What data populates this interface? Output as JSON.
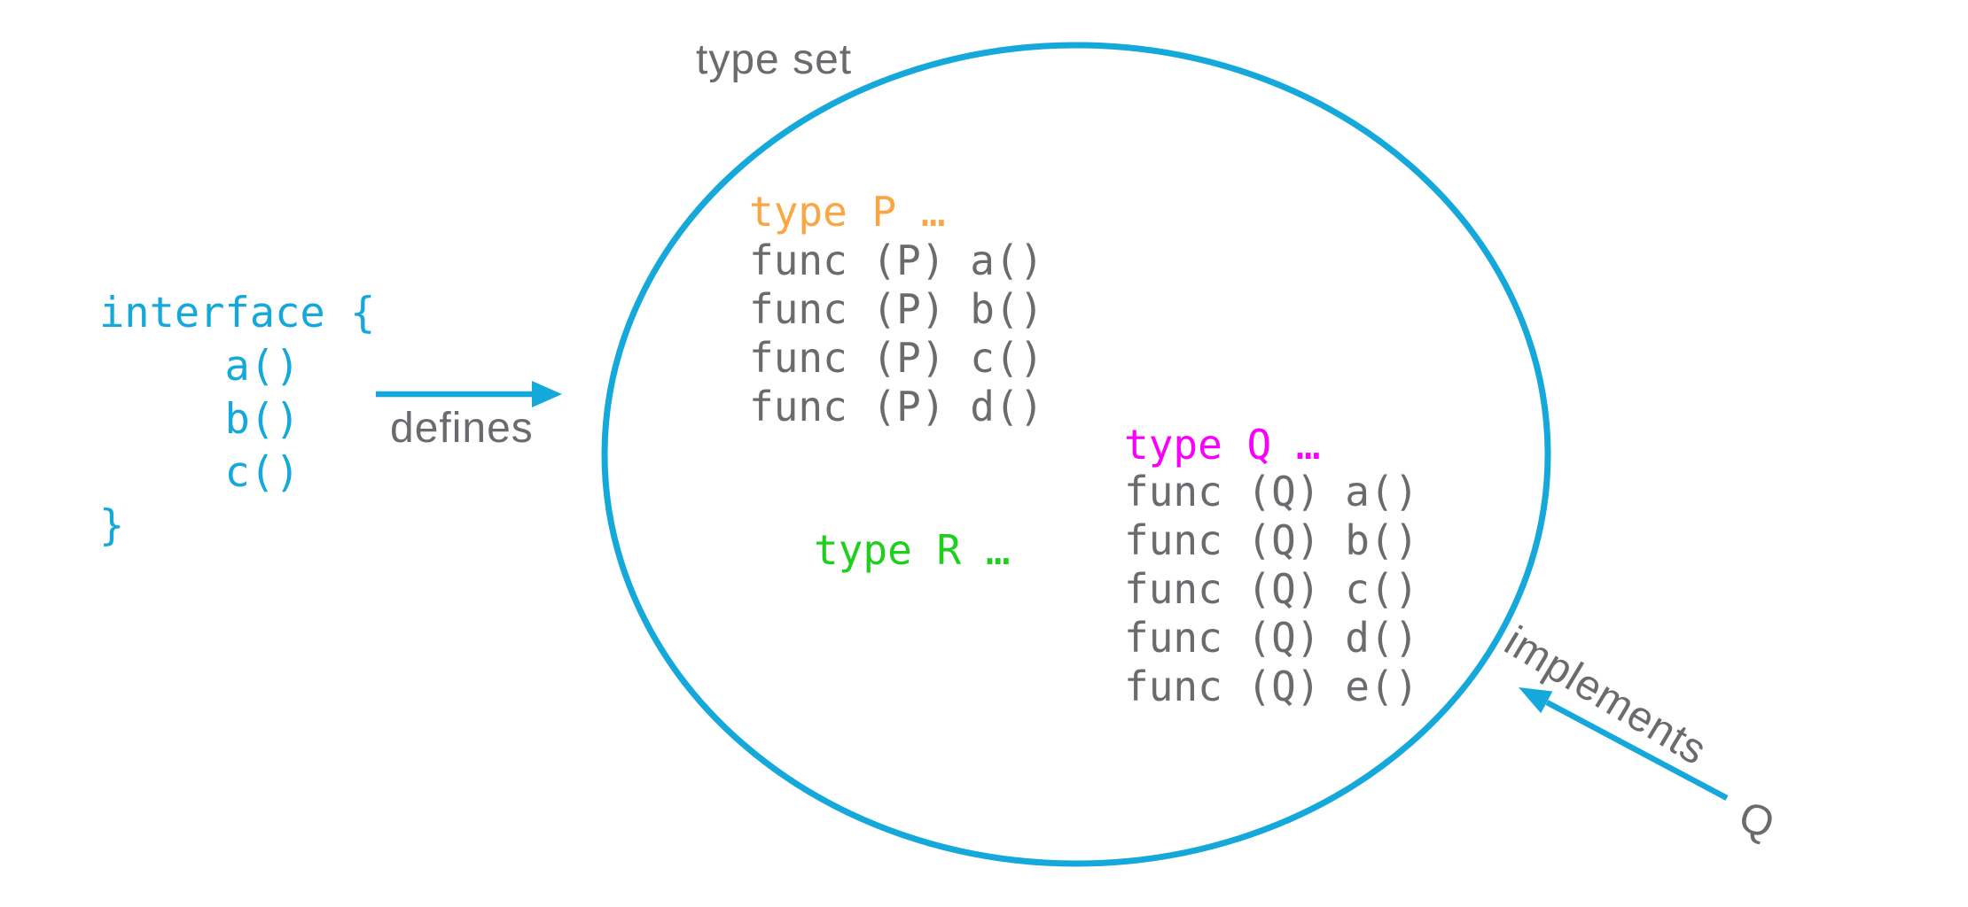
{
  "colors": {
    "accent_cyan": "#15A8DB",
    "label_gray": "#6A6B6E",
    "type_p_orange": "#F9A643",
    "type_q_magenta": "#FA00FA",
    "type_r_green": "#1ECF1E"
  },
  "circle": {
    "label": "type set"
  },
  "interface_block": {
    "lines": [
      "interface {",
      "     a()",
      "     b()",
      "     c()",
      "}"
    ]
  },
  "defines_arrow": {
    "label": "defines"
  },
  "implements_arrow": {
    "label": "implements",
    "subject": "Q"
  },
  "types": {
    "p": {
      "header": "type P …",
      "methods": [
        "func (P) a()",
        "func (P) b()",
        "func (P) c()",
        "func (P) d()"
      ]
    },
    "q": {
      "header": "type Q …",
      "methods": [
        "func (Q) a()",
        "func (Q) b()",
        "func (Q) c()",
        "func (Q) d()",
        "func (Q) e()"
      ]
    },
    "r": {
      "header": "type R …"
    }
  }
}
